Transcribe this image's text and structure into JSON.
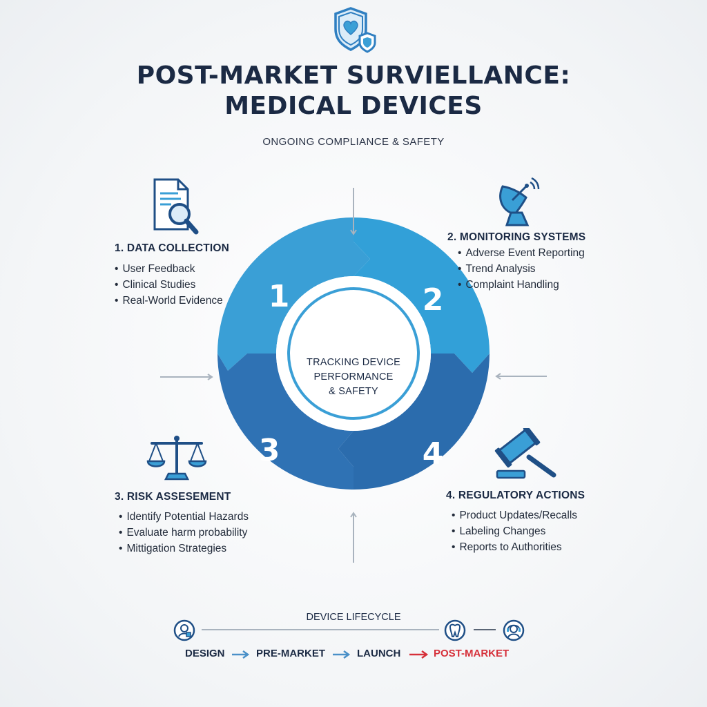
{
  "header": {
    "title_line1": "POST-MARKET SURVIELLANCE:",
    "title_line2": "MEDICAL DEVICES",
    "subtitle": "ONGOING COMPLIANCE & SAFETY"
  },
  "icons": {
    "header": "shield-heart-icon",
    "data_collection": "document-magnifier-icon",
    "monitoring": "satellite-dish-icon",
    "risk": "balance-scale-icon",
    "regulatory": "gavel-icon",
    "lifecycle": [
      "user-badge-icon",
      "tooth-icon",
      "user-headset-icon"
    ]
  },
  "cycle": {
    "center_text": [
      "TRACKING DEVICE",
      "PERFORMANCE",
      "& SAFETY"
    ],
    "segment_numbers": [
      "1",
      "2",
      "3",
      "4"
    ],
    "colors": {
      "light_blue": "#3a9fd6",
      "dark_blue": "#2d6fb0",
      "arrow_gray": "#a9b3be"
    }
  },
  "stages": [
    {
      "heading": "1. DATA COLLECTION",
      "items": [
        "User Feedback",
        "Clinical Studies",
        "Real-World Evidence"
      ]
    },
    {
      "heading": "2. MONITORING SYSTEMS",
      "items": [
        "Adverse Event Reporting",
        "Trend Analysis",
        "Complaint Handling"
      ]
    },
    {
      "heading": "3. RISK ASSESEMENT",
      "items": [
        "Identify Potential Hazards",
        "Evaluate harm probability",
        "Mittigation Strategies"
      ]
    },
    {
      "heading": "4. REGULATORY ACTIONS",
      "items": [
        "Product Updates/Recalls",
        "Labeling Changes",
        "Reports to Authorities"
      ]
    }
  ],
  "lifecycle": {
    "label": "DEVICE LIFECYCLE",
    "phases": [
      "DESIGN",
      "PRE-MARKET",
      "LAUNCH",
      "POST-MARKET"
    ],
    "active_phase": "POST-MARKET",
    "active_color": "#d6303a"
  }
}
